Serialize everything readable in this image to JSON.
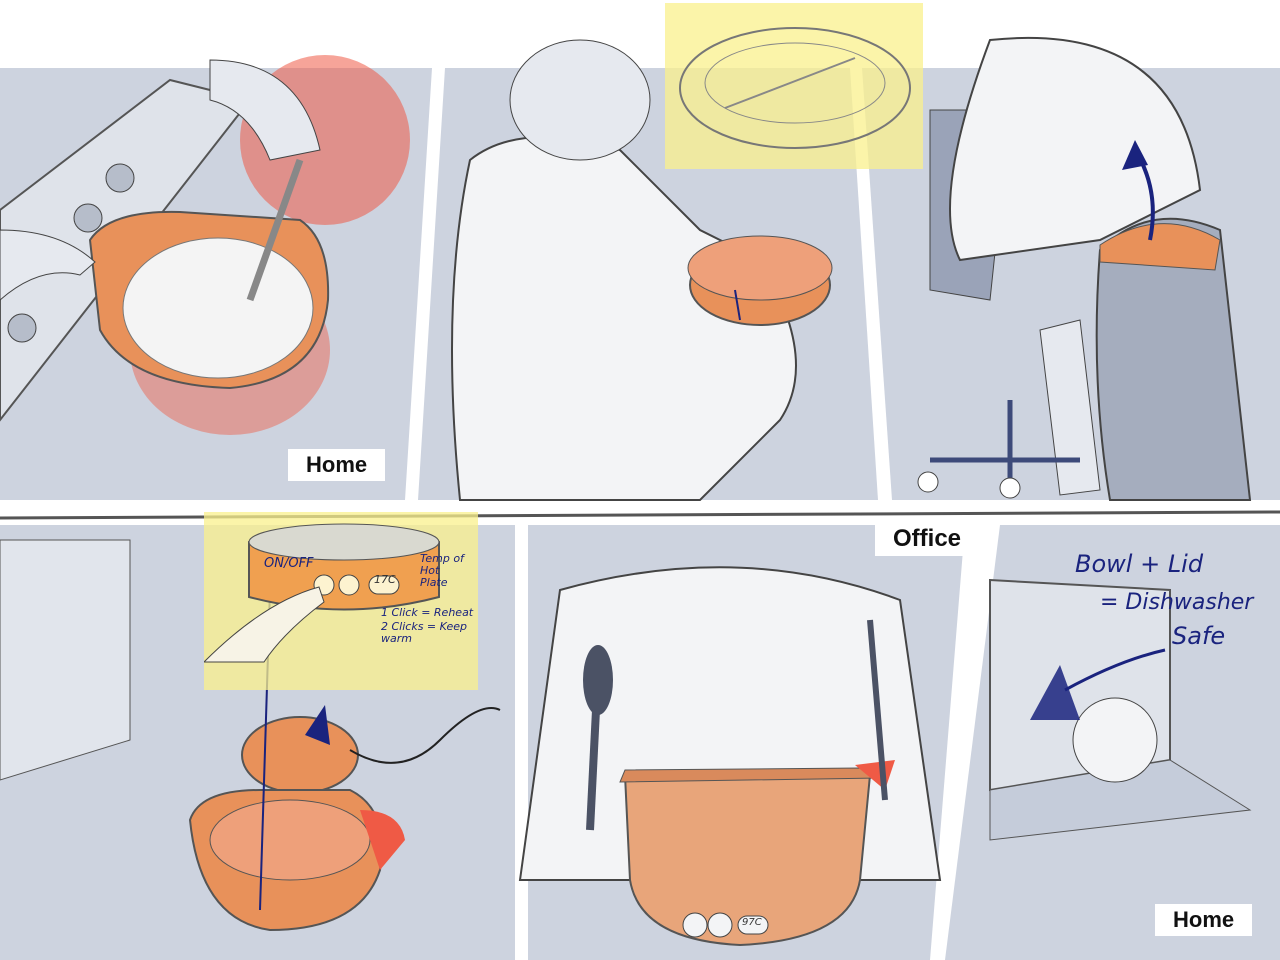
{
  "locations": {
    "panel1": "Home",
    "panel3_4": "Office",
    "panel6": "Home"
  },
  "annotations": {
    "on_off": "ON/OFF",
    "temp_display": "17C",
    "temp_label": "Temp of Hot Plate",
    "one_click": "1 Click = Reheat",
    "two_clicks": "2 Clicks = Keep warm",
    "dishwasher": [
      "Bowl + Lid",
      "= Dishwasher",
      "Safe"
    ],
    "device_display": "97C"
  },
  "colors": {
    "panel_bg": "#cdd3df",
    "product_orange": "#e8915a",
    "heat_red": "#ef5a45",
    "note_yellow": "#faf08c",
    "ink_blue": "#1a237e"
  }
}
